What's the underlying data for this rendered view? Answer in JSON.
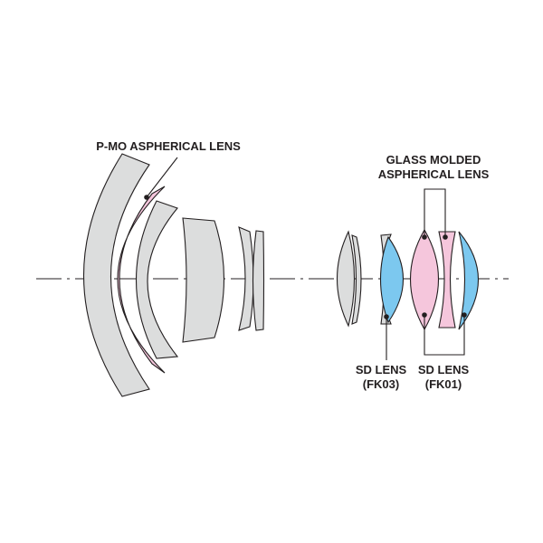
{
  "labels": {
    "pmo_aspherical": "P-MO ASPHERICAL LENS",
    "glass_molded_line1": "GLASS MOLDED",
    "glass_molded_line2": "ASPHERICAL LENS",
    "sd_fk03_line1": "SD LENS",
    "sd_fk03_line2": "(FK03)",
    "sd_fk01_line1": "SD LENS",
    "sd_fk01_line2": "(FK01)"
  },
  "colors": {
    "standard_glass": "#dcdddd",
    "aspherical_pink": "#f5c6dc",
    "sd_blue": "#7cc8ef",
    "outline": "#231f20"
  }
}
